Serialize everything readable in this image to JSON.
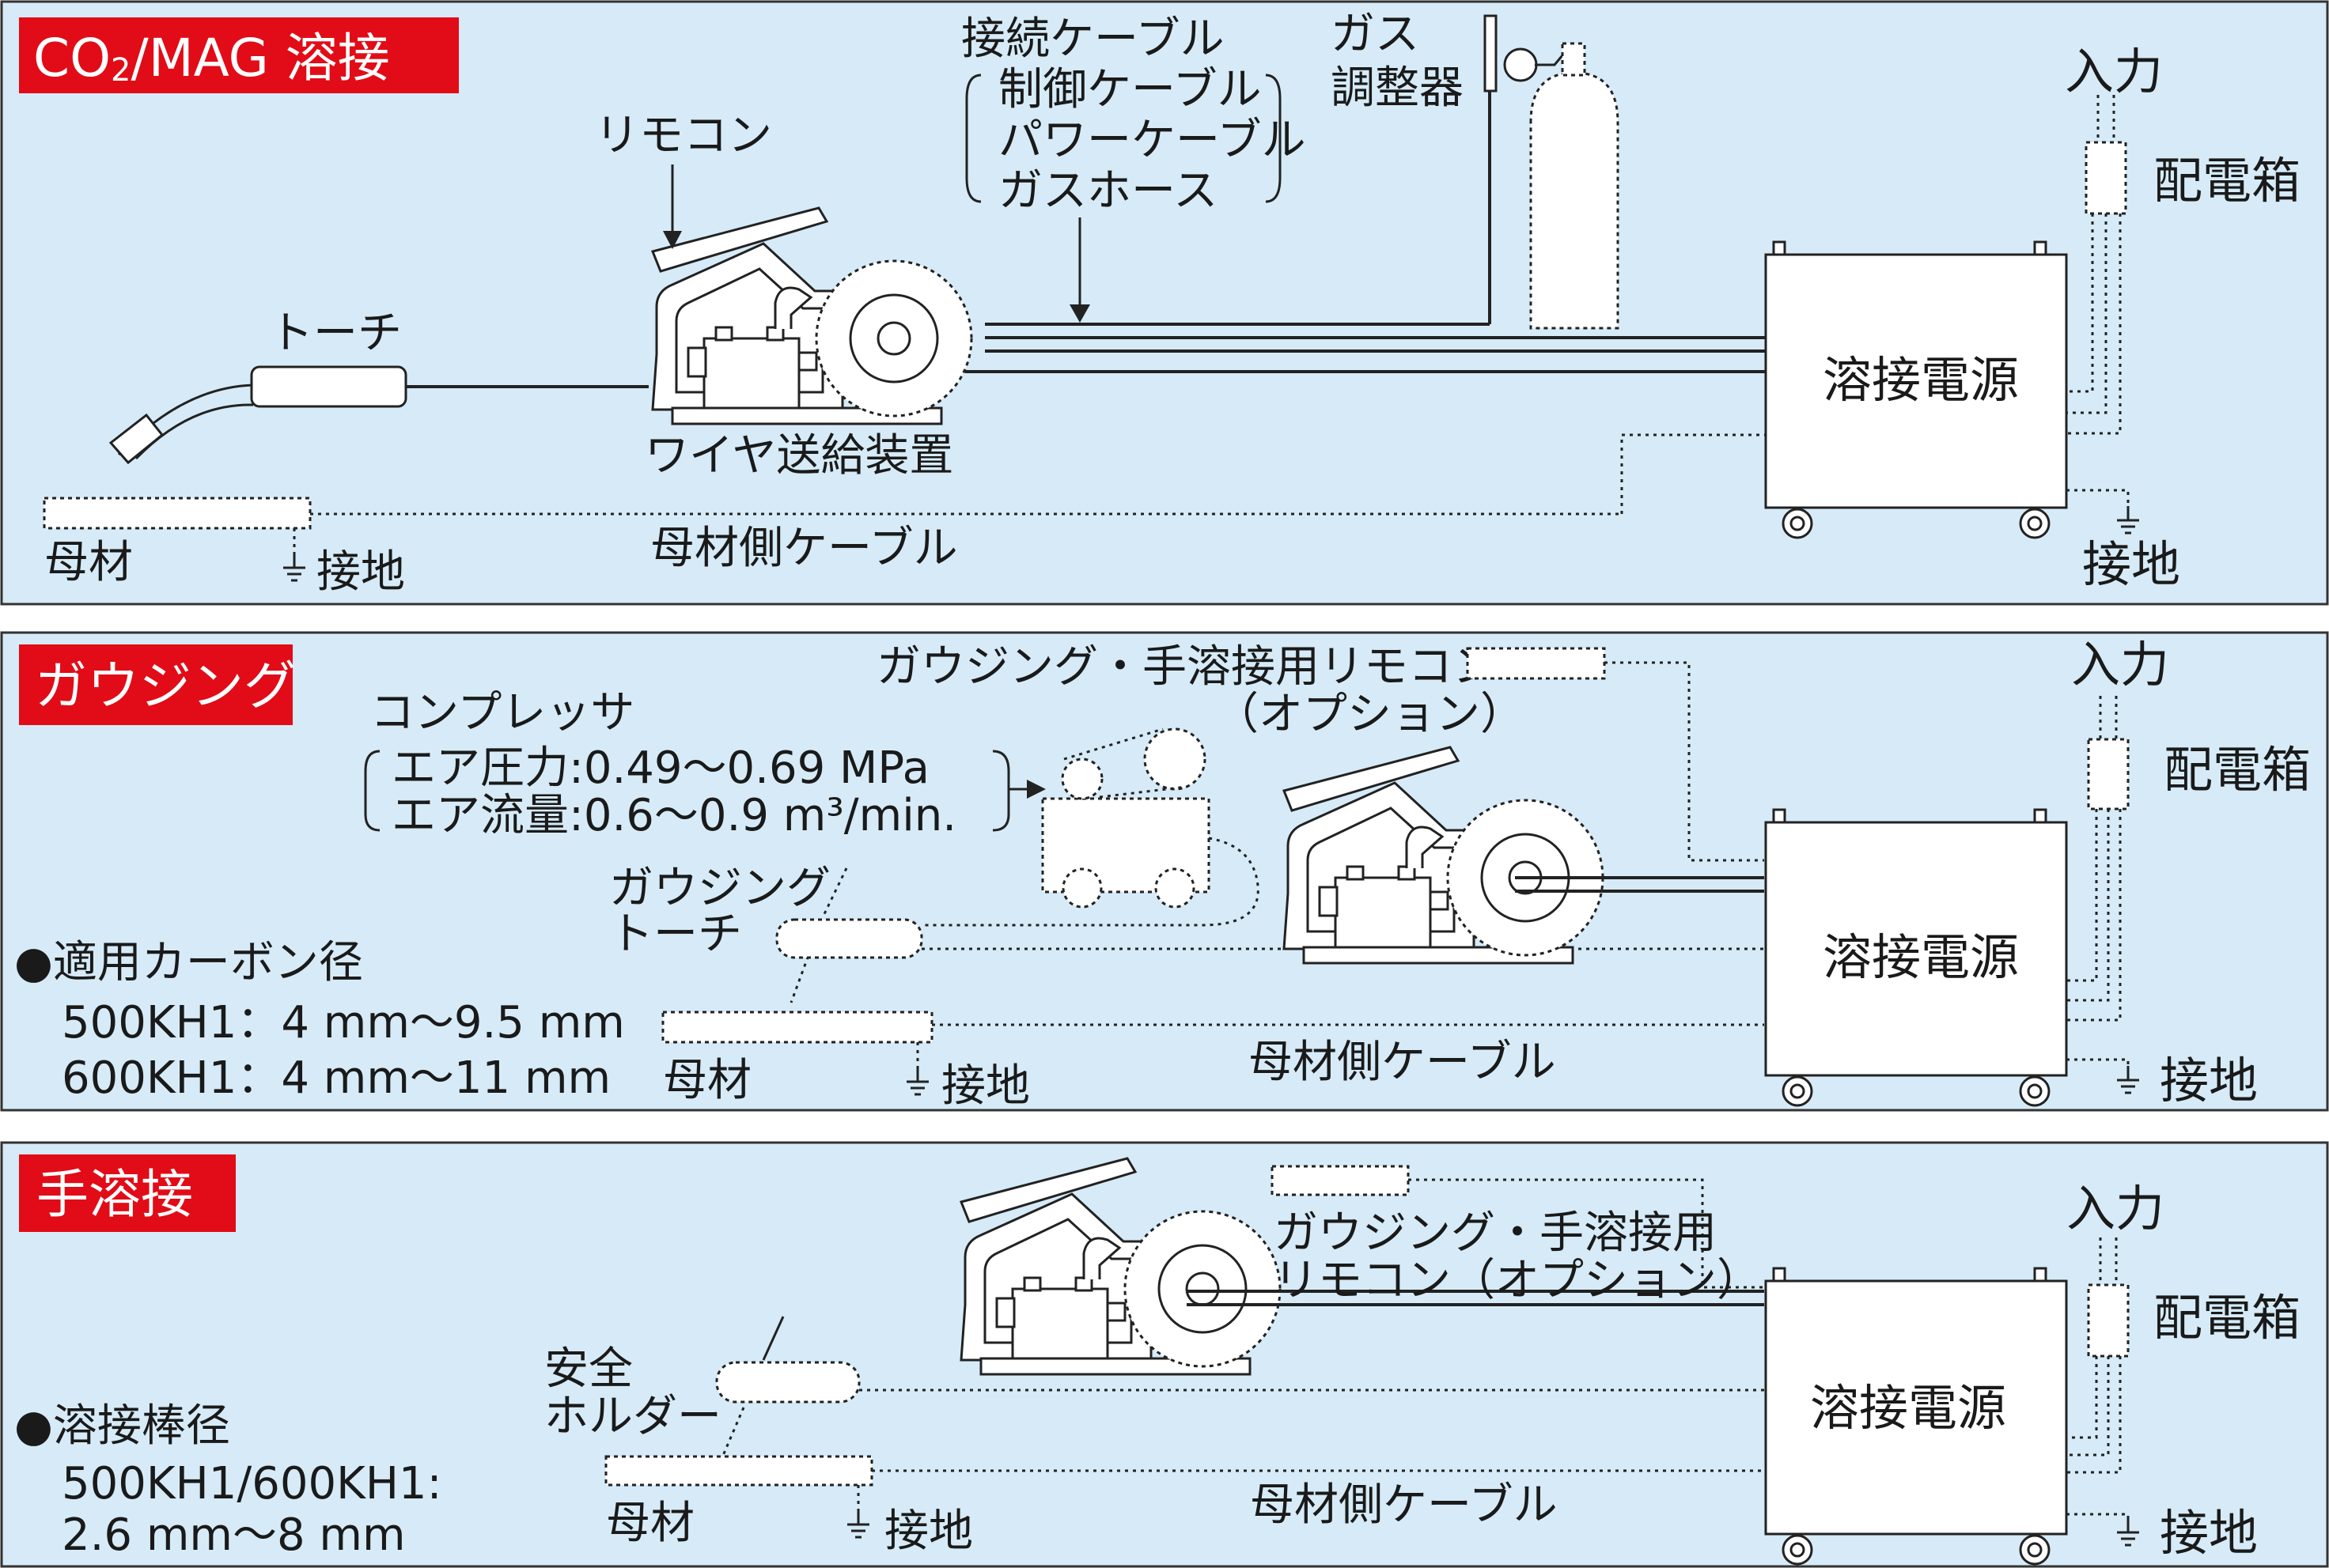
{
  "colors": {
    "panel": "#d6ebf7",
    "badge": "#e10c17"
  },
  "section1": {
    "badge_main": "CO",
    "badge_sub": "2",
    "badge_rest": "/MAG 溶接",
    "remote": "リモコン",
    "conn_title": "接続ケーブル",
    "conn_items": [
      "制御ケーブル",
      "パワーケーブル",
      "ガスホース"
    ],
    "gas_line1": "ガス",
    "gas_line2": "調整器",
    "input": "入力",
    "distbox": "配電箱",
    "torch": "トーチ",
    "feeder": "ワイヤ送給装置",
    "power": "溶接電源",
    "base": "母材",
    "ground": "接地",
    "base_cable": "母材側ケーブル",
    "ground2": "接地"
  },
  "section2": {
    "badge": "ガウジング",
    "remote_line1": "ガウジング・手溶接用リモコン",
    "remote_line2": "（オプション）",
    "compressor": "コンプレッサ",
    "air1": "エア圧力:0.49～0.69 MPa",
    "air2": "エア流量:0.6～0.9 m³/min.",
    "torch_line1": "ガウジング",
    "torch_line2": "トーチ",
    "carbon_title": "●適用カーボン径",
    "carbon1": "500KH1：4 mm～9.5 mm",
    "carbon2": "600KH1：4 mm～11 mm",
    "input": "入力",
    "distbox": "配電箱",
    "power": "溶接電源",
    "base": "母材",
    "ground": "接地",
    "base_cable": "母材側ケーブル",
    "ground2": "接地"
  },
  "section3": {
    "badge": "手溶接",
    "remote_line1": "ガウジング・手溶接用",
    "remote_line2": "リモコン（オプション）",
    "holder_line1": "安全",
    "holder_line2": "ホルダー",
    "rod_title": "●溶接棒径",
    "rod1": "500KH1/600KH1:",
    "rod2": "2.6 mm～8 mm",
    "input": "入力",
    "distbox": "配電箱",
    "power": "溶接電源",
    "base": "母材",
    "ground": "接地",
    "base_cable": "母材側ケーブル",
    "ground2": "接地"
  }
}
